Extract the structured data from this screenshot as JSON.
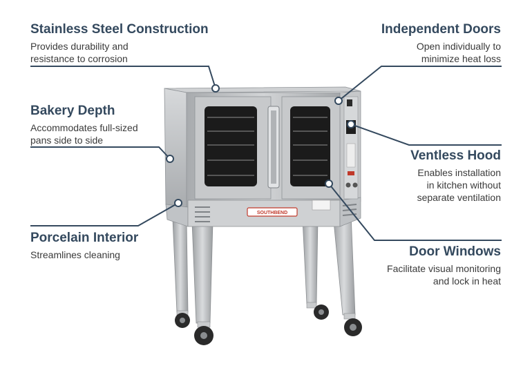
{
  "features": {
    "stainless": {
      "title": "Stainless Steel Construction",
      "desc_line1": "Provides durability and",
      "desc_line2": "resistance to corrosion"
    },
    "bakery": {
      "title": "Bakery Depth",
      "desc_line1": "Accommodates full-sized",
      "desc_line2": "pans side to side"
    },
    "porcelain": {
      "title": "Porcelain Interior",
      "desc_line1": "Streamlines cleaning"
    },
    "doors": {
      "title": "Independent Doors",
      "desc_line1": "Open individually to",
      "desc_line2": "minimize heat loss"
    },
    "hood": {
      "title": "Ventless Hood",
      "desc_line1": "Enables installation",
      "desc_line2": "in kitchen without",
      "desc_line3": "separate ventilation"
    },
    "windows": {
      "title": "Door Windows",
      "desc_line1": "Facilitate visual monitoring",
      "desc_line2": "and lock in heat"
    }
  },
  "product": {
    "brand_plate": "SOUTHBEND"
  },
  "colors": {
    "accent": "#34495e",
    "callout_line": "#34495e",
    "steel": "#b9bcbf",
    "steel_dark": "#8f9397",
    "glass": "#1b1b1b",
    "brand_red": "#c0392b"
  }
}
